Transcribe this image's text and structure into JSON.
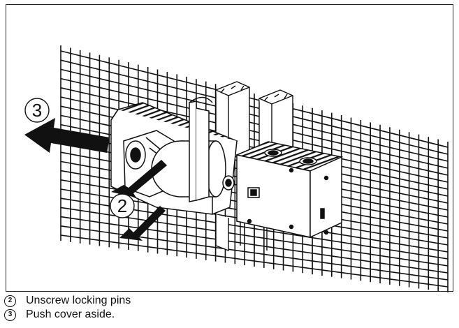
{
  "figure": {
    "callouts": [
      {
        "number": "3",
        "meaning": "push cover aside direction"
      },
      {
        "number": "2",
        "meaning": "unscrew locking pins direction"
      }
    ]
  },
  "legend": {
    "items": [
      {
        "number": "2",
        "text": "Unscrew locking pins"
      },
      {
        "number": "3",
        "text": "Push cover aside."
      }
    ]
  }
}
